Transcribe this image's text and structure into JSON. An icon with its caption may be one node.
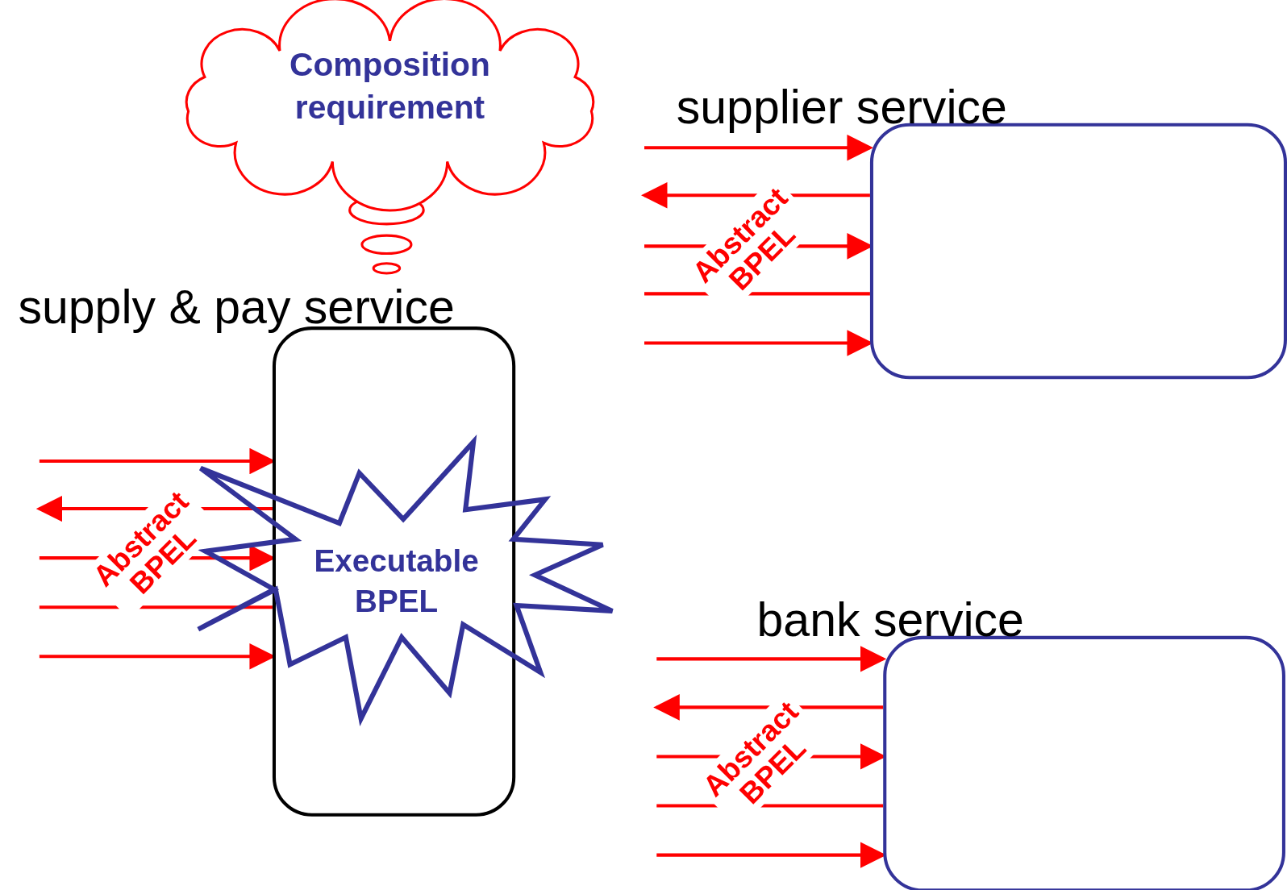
{
  "diagram": {
    "nodes": [
      {
        "text": [
          "Composition requirement"
        ]
      },
      {
        "text": [
          "supply & pay service"
        ]
      },
      {
        "text": [
          "Executable BPEL"
        ]
      },
      {
        "text": [
          "supplier service"
        ]
      },
      {
        "text": [
          "bank service"
        ]
      }
    ],
    "edges": [
      {
        "from": null,
        "to": 3,
        "arrow": "to"
      },
      {
        "from": 3,
        "to": null,
        "arrow": "to"
      },
      {
        "from": null,
        "to": 3,
        "arrow": "to"
      },
      {
        "from": null,
        "to": 3,
        "arrow": "none"
      },
      {
        "from": null,
        "to": 3,
        "arrow": "to"
      },
      {
        "from": null,
        "to": 1,
        "arrow": "to"
      },
      {
        "from": 1,
        "to": null,
        "arrow": "to"
      },
      {
        "from": null,
        "to": 1,
        "arrow": "to"
      },
      {
        "from": null,
        "to": 1,
        "arrow": "none"
      },
      {
        "from": null,
        "to": 1,
        "arrow": "to"
      },
      {
        "from": null,
        "to": 4,
        "arrow": "to"
      },
      {
        "from": 4,
        "to": null,
        "arrow": "to"
      },
      {
        "from": null,
        "to": 4,
        "arrow": "to"
      },
      {
        "from": null,
        "to": 4,
        "arrow": "none"
      },
      {
        "from": null,
        "to": 4,
        "arrow": "to"
      }
    ],
    "labels": [
      "Abstract BPEL",
      "Abstract BPEL",
      "Abstract BPEL"
    ]
  }
}
